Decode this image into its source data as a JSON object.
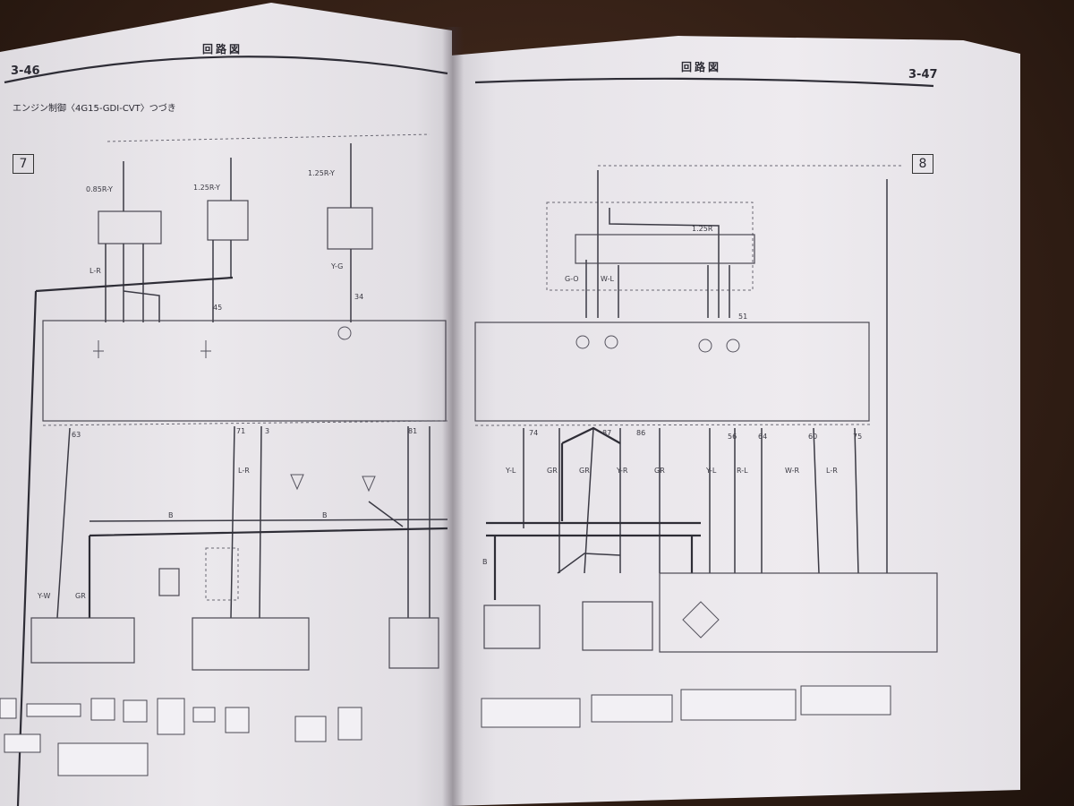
{
  "left_page": {
    "page_number": "3-46",
    "title": "回路図",
    "subtitle": "エンジン制御〈4G15-GDI-CVT〉つづき",
    "box_number": "7",
    "wire_labels": [
      "0.85R-Y",
      "1.25R-Y",
      "1.25R-Y",
      "Y-G",
      "L-R",
      "B",
      "Y-W",
      "GR",
      "B",
      "L-R"
    ],
    "pins": [
      "34",
      "45",
      "71",
      "3",
      "81",
      "63"
    ]
  },
  "right_page": {
    "page_number": "3-47",
    "title": "回路図",
    "box_number": "8",
    "wire_labels": [
      "1.25R",
      "G-O",
      "W-L",
      "Y-L",
      "GR",
      "GR",
      "Y-R",
      "GR",
      "Y-L",
      "R-L",
      "W-R",
      "L-R",
      "B"
    ],
    "pins": [
      "74",
      "87",
      "86",
      "56",
      "64",
      "60",
      "75",
      "51"
    ]
  }
}
